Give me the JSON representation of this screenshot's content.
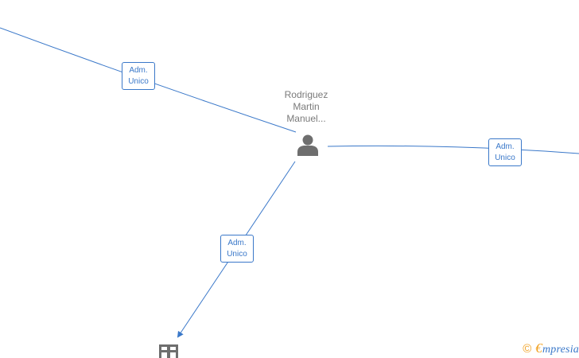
{
  "person": {
    "name_lines": [
      "Rodriguez",
      "Martin",
      "Manuel..."
    ],
    "icon": "person-icon"
  },
  "company": {
    "icon": "building-icon"
  },
  "relations": [
    {
      "line1": "Adm.",
      "line2": "Unico"
    },
    {
      "line1": "Adm.",
      "line2": "Unico"
    },
    {
      "line1": "Adm.",
      "line2": "Unico"
    }
  ],
  "watermark": {
    "copyright_symbol": "©",
    "brand_first": "€",
    "brand_rest": "mpresia"
  },
  "colors": {
    "edge": "#3a78c9",
    "node_text": "#7a7a7a",
    "icon": "#6e6e6e",
    "brand_orange": "#f0a020"
  }
}
